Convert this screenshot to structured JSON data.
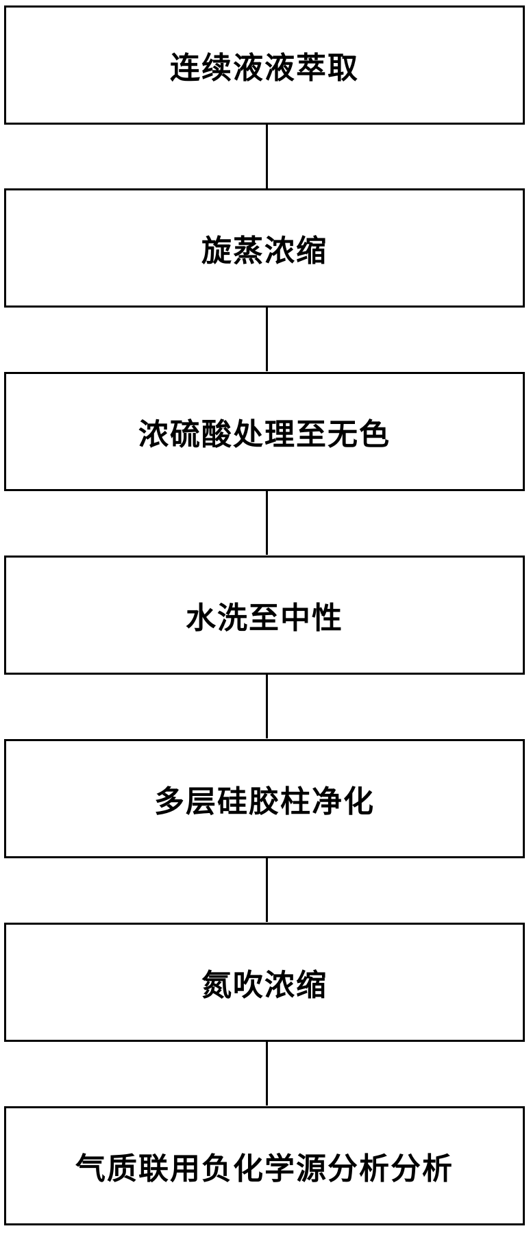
{
  "diagram": {
    "type": "vertical-flowchart",
    "steps": [
      {
        "label": "连续液液萃取"
      },
      {
        "label": "旋蒸浓缩"
      },
      {
        "label": "浓硫酸处理至无色"
      },
      {
        "label": "水洗至中性"
      },
      {
        "label": "多层硅胶柱净化"
      },
      {
        "label": "氮吹浓缩"
      },
      {
        "label": "气质联用负化学源分析分析"
      }
    ],
    "colors": {
      "border": "#000000",
      "background": "#ffffff",
      "text": "#000000"
    }
  }
}
